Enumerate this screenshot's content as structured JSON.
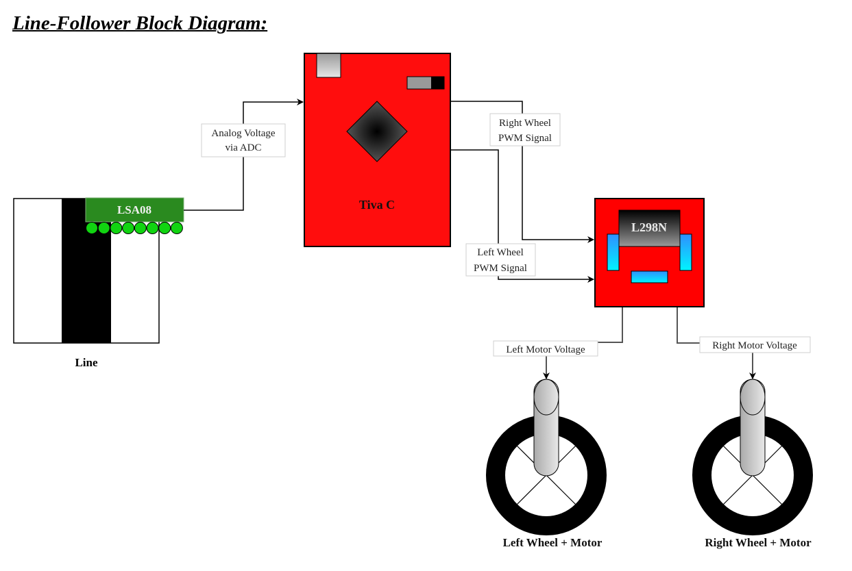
{
  "title": "Line-Follower Block Diagram:",
  "blocks": {
    "line": {
      "label": "Line"
    },
    "sensor": {
      "label": "LSA08",
      "sensor_count": 8
    },
    "mcu": {
      "label": "Tiva C"
    },
    "driver": {
      "label": "L298N"
    },
    "left_wheel": {
      "label": "Left Wheel + Motor"
    },
    "right_wheel": {
      "label": "Right Wheel + Motor"
    }
  },
  "connections": {
    "adc": {
      "label_line1": "Analog Voltage",
      "label_line2": "via ADC"
    },
    "right_pwm": {
      "label_line1": "Right Wheel",
      "label_line2": "PWM Signal"
    },
    "left_pwm": {
      "label_line1": "Left Wheel",
      "label_line2": "PWM Signal"
    },
    "left_motor": {
      "label": "Left Motor Voltage"
    },
    "right_motor": {
      "label": "Right Motor Voltage"
    }
  },
  "colors": {
    "board_red": "#ff0d0d",
    "sensor_green": "#2a8a1f",
    "led_green": "#11d411",
    "cyan_top": "#2f8fff",
    "cyan_bottom": "#00f4ff"
  }
}
